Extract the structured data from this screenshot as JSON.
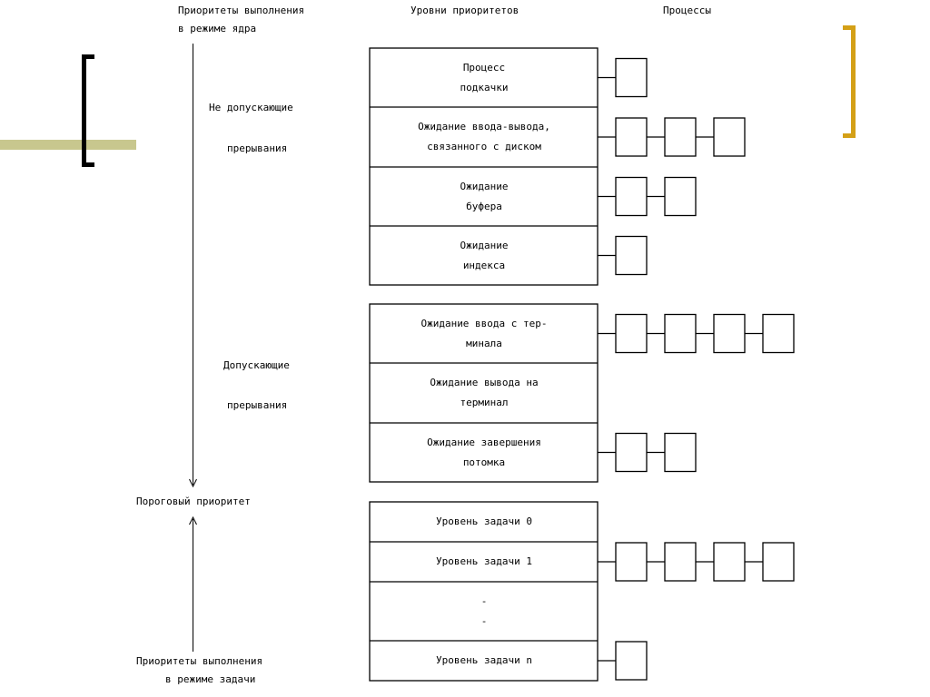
{
  "headers": {
    "col1_line1": "Приоритеты выполнения",
    "col1_line2": "в режиме ядра",
    "col2": "Уровни приоритетов",
    "col3": "Процессы"
  },
  "groups": {
    "non_interruptible_line1": "Не допускающие",
    "non_interruptible_line2": "прерывания",
    "interruptible_line1": "Допускающие",
    "interruptible_line2": "прерывания"
  },
  "threshold": "Пороговый приоритет",
  "user_mode_line1": "Приоритеты выполнения",
  "user_mode_line2": "в режиме задачи",
  "levels": [
    {
      "text": "Процесс\nподкачки",
      "procs": 1
    },
    {
      "text": "Ожидание ввода-вывода,\nсвязанного с диском",
      "procs": 3
    },
    {
      "text": "Ожидание\nбуфера",
      "procs": 2
    },
    {
      "text": "Ожидание\nиндекса",
      "procs": 1
    },
    {
      "text": "Ожидание ввода с тер-\nминала",
      "procs": 4
    },
    {
      "text": "Ожидание вывода на\nтерминал",
      "procs": 0
    },
    {
      "text": "Ожидание завершения\nпотомка",
      "procs": 2
    },
    {
      "text": "Уровень задачи 0",
      "procs": 0
    },
    {
      "text": "Уровень задачи 1",
      "procs": 4
    },
    {
      "text": "-\n-",
      "procs": 0
    },
    {
      "text": "Уровень задачи n",
      "procs": 1
    }
  ],
  "colors": {
    "line": "#000000",
    "bracket_left": "#000000",
    "bracket_right": "#d4a017",
    "olive_bar": "#c8c78e"
  }
}
